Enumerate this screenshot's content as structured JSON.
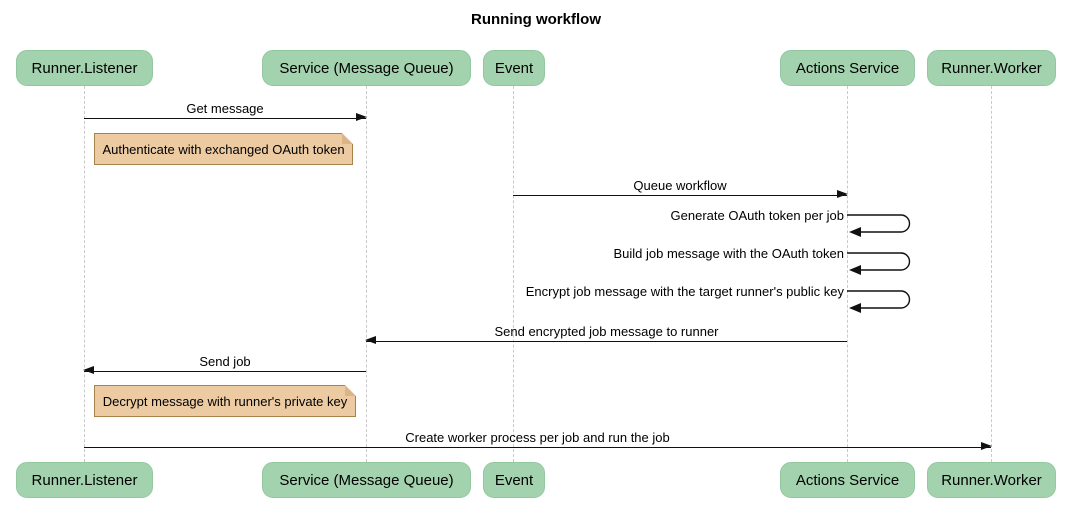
{
  "title": "Running workflow",
  "actors": [
    {
      "label": "Runner.Listener"
    },
    {
      "label": "Service (Message Queue)"
    },
    {
      "label": "Event"
    },
    {
      "label": "Actions Service"
    },
    {
      "label": "Runner.Worker"
    }
  ],
  "messages": {
    "get_message": "Get message",
    "queue_workflow": "Queue workflow",
    "generate_token": "Generate OAuth token per job",
    "build_job": "Build job message with the OAuth token",
    "encrypt_job": "Encrypt job message with the target runner's public key",
    "send_encrypted": "Send encrypted job message to runner",
    "send_job": "Send job",
    "create_worker": "Create worker process per job and run the job"
  },
  "notes": {
    "authenticate": "Authenticate with exchanged OAuth token",
    "decrypt": "Decrypt message with runner's private key"
  },
  "colors": {
    "actor_fill": "#a3d3ae",
    "actor_border": "#93c7a0",
    "note_fill": "#eccba3",
    "note_border": "#a5834b",
    "note_fold": "#dcb488",
    "lifeline": "#c9c9c9",
    "line": "#111111",
    "text": "#000000"
  }
}
